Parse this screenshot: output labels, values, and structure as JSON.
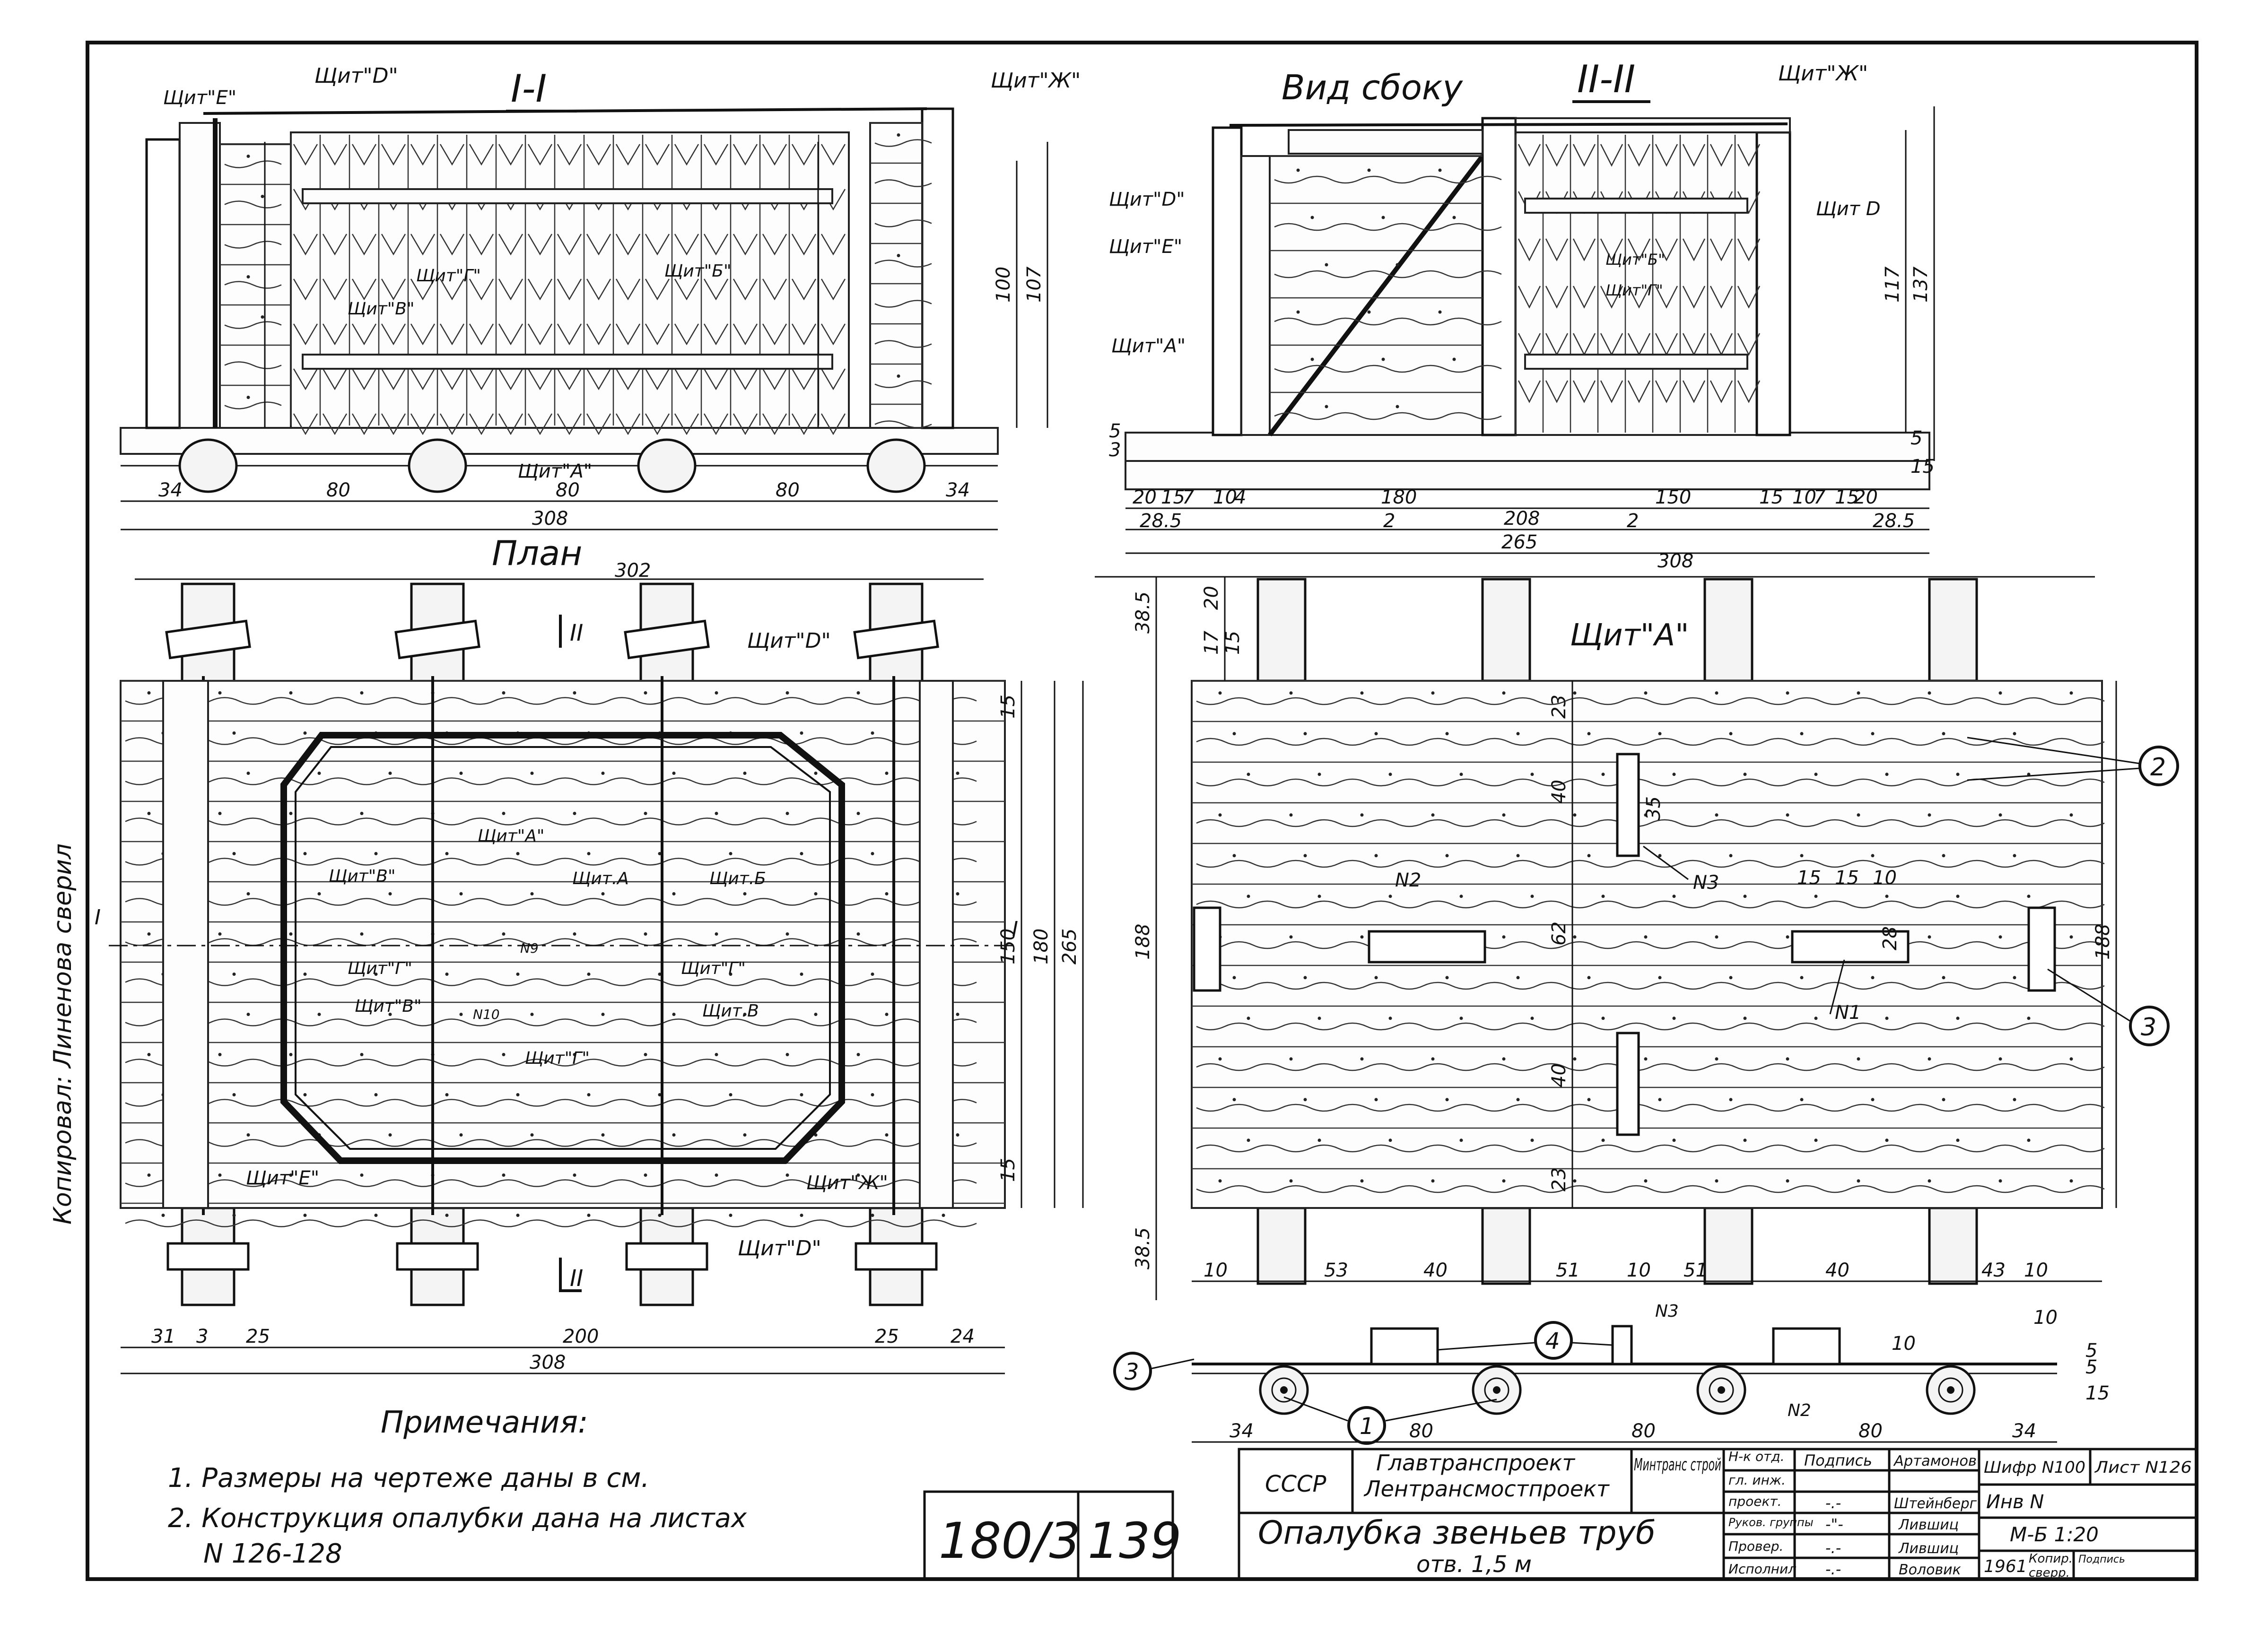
{
  "views": {
    "section1": {
      "title": "I-I",
      "labels": [
        "Щит\"Е\"",
        "Щит\"D\"",
        "Щит\"Ж\"",
        "Щит\"Г\"",
        "Щит\"Б\"",
        "Щит\"В\"",
        "Щит\"А\""
      ],
      "dims_bottom": [
        "34",
        "80",
        "80",
        "80",
        "34"
      ],
      "dim_total": "308",
      "dims_side": [
        "100",
        "107"
      ]
    },
    "side_view": {
      "title": "Вид сбоку",
      "section_title": "II-II",
      "labels": [
        "Щит\"Ж\"",
        "Щит\"D\"",
        "Щит\"Е\"",
        "Щит\"А\"",
        "Щит D",
        "Щит\"Б\"",
        "Щит\"Г\""
      ],
      "dims_side": [
        "117",
        "137",
        "5",
        "15"
      ],
      "dims_left": [
        "5",
        "3"
      ],
      "dims_bottom_row1": [
        "20",
        "15",
        "7",
        "10",
        "4",
        "180",
        "150",
        "15",
        "10",
        "7",
        "15",
        "20"
      ],
      "dims_bottom_row2": [
        "28.5",
        "2",
        "208",
        "2",
        "28.5"
      ],
      "dim_total": "265"
    },
    "plan": {
      "title": "План",
      "dim_top": "302",
      "labels": [
        "Щит\"D\"",
        "Щит\"А\"",
        "Щит\"В\"",
        "Щит.А",
        "Щит.Б",
        "Щит\"Г\"",
        "Щит\"Г\"",
        "Щит\"В\"",
        "Щит.В",
        "Щит\"Г\"",
        "Щит\"Е\"",
        "Щит\"Ж\"",
        "Щит\"D\"",
        "N9",
        "N10"
      ],
      "section_marks": [
        "II",
        "I",
        "I",
        "II"
      ],
      "dims_right": [
        "15",
        "150",
        "180",
        "265",
        "15"
      ],
      "dims_bottom": [
        "31",
        "3",
        "25",
        "200",
        "25",
        "24"
      ],
      "dim_total": "308"
    },
    "shield_a": {
      "title": "Щит\"А\"",
      "dim_top": "308",
      "dims_left": [
        "38.5",
        "20",
        "17",
        "15",
        "188",
        "38.5"
      ],
      "dims_inner": [
        "23",
        "40",
        "35",
        "62",
        "28",
        "40",
        "23"
      ],
      "dims_top_inner": [
        "15",
        "15",
        "10"
      ],
      "dims_bottom": [
        "10",
        "53",
        "40",
        "51",
        "10",
        "51",
        "40",
        "43",
        "10"
      ],
      "dim_right": "188",
      "markers": [
        "N2",
        "N3",
        "N1"
      ],
      "callouts": [
        "2",
        "3"
      ]
    },
    "bottom_view": {
      "dims": [
        "34",
        "80",
        "80",
        "80",
        "34"
      ],
      "markers": [
        "N3",
        "N2"
      ],
      "callouts": [
        "3",
        "1",
        "4"
      ],
      "small_dims": [
        "10",
        "10",
        "5",
        "5",
        "15"
      ]
    }
  },
  "side_note": "Копировал: Линенова сверил",
  "notes": {
    "title": "Примечания:",
    "items": [
      "1. Размеры на чертеже даны в см.",
      "2. Конструкция опалубки дана на листах",
      "N 126-128"
    ]
  },
  "stamps": {
    "album": "180/3",
    "page": "139"
  },
  "title_block": {
    "country": "СССР",
    "org1": "Главтранспроект",
    "org2": "Лентрансмостпроект",
    "ministry": "Минтранс строй",
    "roles": [
      "Н-к отд.",
      "гл. инж.",
      "проект.",
      "Руков. группы",
      "Провер.",
      "Исполнил"
    ],
    "signature_header": "Подпись",
    "names": [
      "Артамонов",
      "Штейнберг",
      "Лившиц",
      "Лившиц",
      "Воловик"
    ],
    "dashes": [
      "-.-",
      "-\"-",
      "-.-",
      "-.-"
    ],
    "code_label": "Шифр N100",
    "sheet_label": "Лист N126",
    "inv_label": "Инв N",
    "scale": "М-Б 1:20",
    "year": "1961",
    "copy_label": "Копир.",
    "copy_sub": "Подпись",
    "check_label": "сверр.",
    "drawing_title": "Опалубка звеньев труб",
    "drawing_subtitle": "отв. 1,5 м"
  }
}
